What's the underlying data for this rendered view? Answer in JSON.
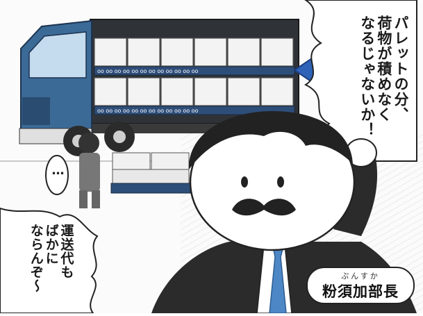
{
  "speech": {
    "manager_lines": [
      "パレットの分、",
      "荷物が積めなく",
      "なるじゃないか！"
    ],
    "narration_lines": [
      "運送代も",
      "ばかに",
      "ならんぞ〜"
    ],
    "worker_thought": "…"
  },
  "nameplate": {
    "ruby": "ぷんすか",
    "name": "粉須加部長"
  },
  "colors": {
    "truck_cab": "#3b6a96",
    "truck_bed": "#2f3338",
    "cargo_box": "#f3f3f3",
    "pallet": "#2e4e7a",
    "arrow": "#2e63b8",
    "tie": "#4d87c6",
    "suit": "#2b2b2b",
    "skin": "#ffffff"
  },
  "icons": [
    "blue-arrow-icon",
    "truck-icon",
    "pallet-icon",
    "manager-character",
    "worker-character"
  ]
}
